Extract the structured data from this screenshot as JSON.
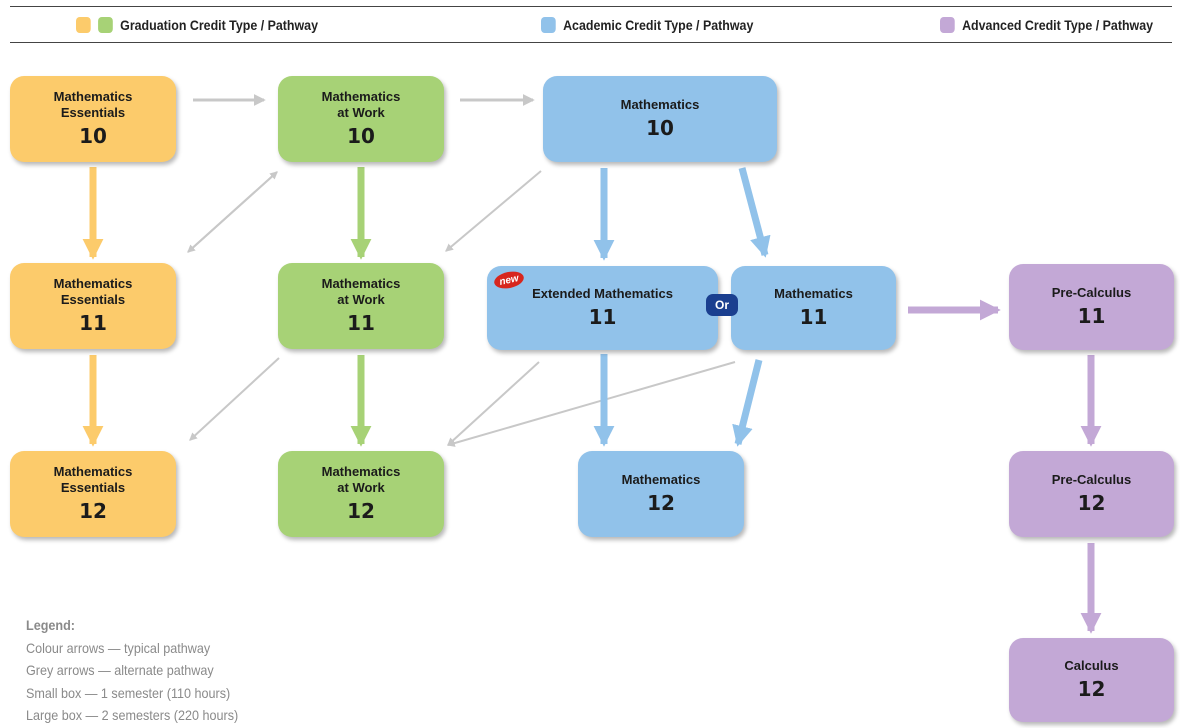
{
  "header": {
    "graduation_label": "Graduation Credit Type / Pathway",
    "academic_label": "Academic Credit Type / Pathway",
    "advanced_label": "Advanced Credit Type / Pathway"
  },
  "colors": {
    "graduation_yellow": "#fccb6b",
    "graduation_green": "#a7d276",
    "academic_blue": "#91c2ea",
    "advanced_purple": "#c3a8d6",
    "alternate_grey": "#c8c8c8",
    "or_badge": "#1b3f8f",
    "new_badge": "#d7261e"
  },
  "courses": {
    "ess10": {
      "name": "Mathematics\nEssentials",
      "grade": "10"
    },
    "work10": {
      "name": "Mathematics\nat Work",
      "grade": "10"
    },
    "math10": {
      "name": "Mathematics",
      "grade": "10"
    },
    "ess11": {
      "name": "Mathematics\nEssentials",
      "grade": "11"
    },
    "work11": {
      "name": "Mathematics\nat Work",
      "grade": "11"
    },
    "ext11": {
      "name": "Extended Mathematics",
      "grade": "11"
    },
    "math11": {
      "name": "Mathematics",
      "grade": "11"
    },
    "pre11": {
      "name": "Pre-Calculus",
      "grade": "11"
    },
    "ess12": {
      "name": "Mathematics\nEssentials",
      "grade": "12"
    },
    "work12": {
      "name": "Mathematics\nat Work",
      "grade": "12"
    },
    "math12": {
      "name": "Mathematics",
      "grade": "12"
    },
    "pre12": {
      "name": "Pre-Calculus",
      "grade": "12"
    },
    "calc12": {
      "name": "Calculus",
      "grade": "12"
    }
  },
  "badges": {
    "or": "Or",
    "new": "new"
  },
  "legend": {
    "title": "Legend:",
    "items": [
      "Colour arrows — typical pathway",
      "Grey arrows — alternate pathway",
      "Small box — 1 semester (110 hours)",
      "Large box — 2 semesters (220 hours)"
    ]
  }
}
